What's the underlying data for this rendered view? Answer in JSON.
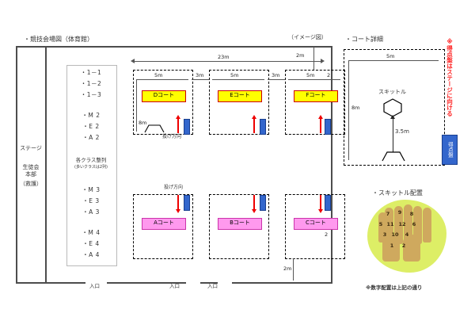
{
  "page": {
    "venue_title": "・競技会場図（体育館）",
    "image_note": "（イメージ図）",
    "detail_title": "・コート詳細",
    "skittle_layout_title": "・スキットル配置",
    "skittle_layout_note": "※数字配置は上記の通り",
    "scoreboard_direction_note": "※得点盤はステージに向ける"
  },
  "stage": {
    "label": "ステージ",
    "org1": "生徒会",
    "org2": "本部",
    "org3": "（救護）"
  },
  "class_list": {
    "group1": [
      "・1－1",
      "・1－2",
      "・1－3"
    ],
    "group2": [
      "・M 2",
      "・E 2",
      "・A 2"
    ],
    "note_main": "各クラス整列",
    "note_sub": "(多いクラスは2列)",
    "group3": [
      "・M 3",
      "・E 3",
      "・A 3"
    ],
    "group4": [
      "・M 4",
      "・E 4",
      "・A 4"
    ]
  },
  "courts": {
    "top_row": [
      {
        "name": "Dコート",
        "color": "yellow",
        "width_label": "5m"
      },
      {
        "name": "Eコート",
        "color": "yellow",
        "width_label": "5m"
      },
      {
        "name": "Fコート",
        "color": "yellow",
        "width_label": "5m"
      }
    ],
    "bottom_row": [
      {
        "name": "Aコート",
        "color": "pink"
      },
      {
        "name": "Bコート",
        "color": "pink"
      },
      {
        "name": "Cコート",
        "color": "pink"
      }
    ],
    "gap_labels": [
      "3m",
      "3m"
    ],
    "total_width": "23m",
    "court_height": "8m",
    "top_margin": "2m",
    "bottom_margin": "2m",
    "right_margin_top": "2",
    "right_margin_bottom": "2",
    "throw_direction_top": "投げ方向",
    "throw_direction_bottom": "投げ方向"
  },
  "entrances": [
    "入口",
    "入口",
    "入口"
  ],
  "court_detail": {
    "width": "5m",
    "height": "8m",
    "skittle_label": "スキットル",
    "skittle_distance": "3.5m",
    "scoreboard_label": "得点盤"
  },
  "skittle_numbers": {
    "row1": [
      "7",
      "9",
      "8"
    ],
    "row2": [
      "5",
      "11",
      "12",
      "6"
    ],
    "row3": [
      "3",
      "10",
      "4"
    ],
    "row4": [
      "1",
      "2"
    ]
  },
  "colors": {
    "court_yellow": "#ffff00",
    "court_yellow_border": "#cc0000",
    "court_pink": "#ff99ee",
    "court_pink_border": "#cc33aa",
    "arrow_red": "#ee0000",
    "scoreboard_blue": "#3366cc",
    "blob_green": "#ddee66",
    "pin_brown": "#cfa95e",
    "wall_gray": "#4d4d4d",
    "note_red": "#ff2222"
  }
}
